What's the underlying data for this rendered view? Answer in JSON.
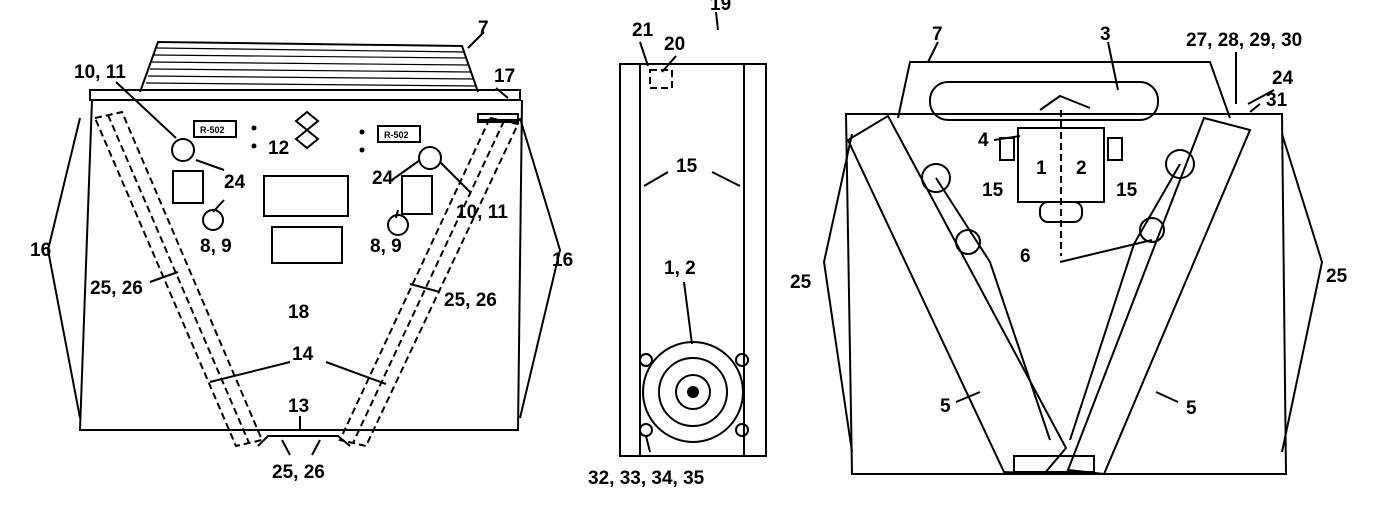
{
  "views": {
    "front": {
      "plates": {
        "plate_left": "R-502",
        "plate_right": "R-502"
      },
      "labels": {
        "p7": "7",
        "p10_11_left": "10, 11",
        "p17": "17",
        "p12": "12",
        "p24_left": "24",
        "p24_right": "24",
        "p8_9_left": "8, 9",
        "p8_9_right": "8, 9",
        "p10_11_right": "10, 11",
        "p16_left": "16",
        "p16_right": "16",
        "p25_26_left": "25, 26",
        "p25_26_right": "25, 26",
        "p18": "18",
        "p14": "14",
        "p13": "13",
        "p25_26_bottom": "25, 26"
      }
    },
    "side": {
      "labels": {
        "p19": "19",
        "p21": "21",
        "p20": "20",
        "p15": "15",
        "p1_2": "1, 2",
        "p32_35": "32, 33, 34, 35"
      }
    },
    "rear": {
      "labels": {
        "p7": "7",
        "p3": "3",
        "p27_30": "27, 28, 29, 30",
        "p24": "24",
        "p31": "31",
        "p4": "4",
        "p1": "1",
        "p2": "2",
        "p15_left": "15",
        "p15_right": "15",
        "p6": "6",
        "p25_left": "25",
        "p25_right": "25",
        "p5_left": "5",
        "p5_right": "5"
      }
    }
  }
}
